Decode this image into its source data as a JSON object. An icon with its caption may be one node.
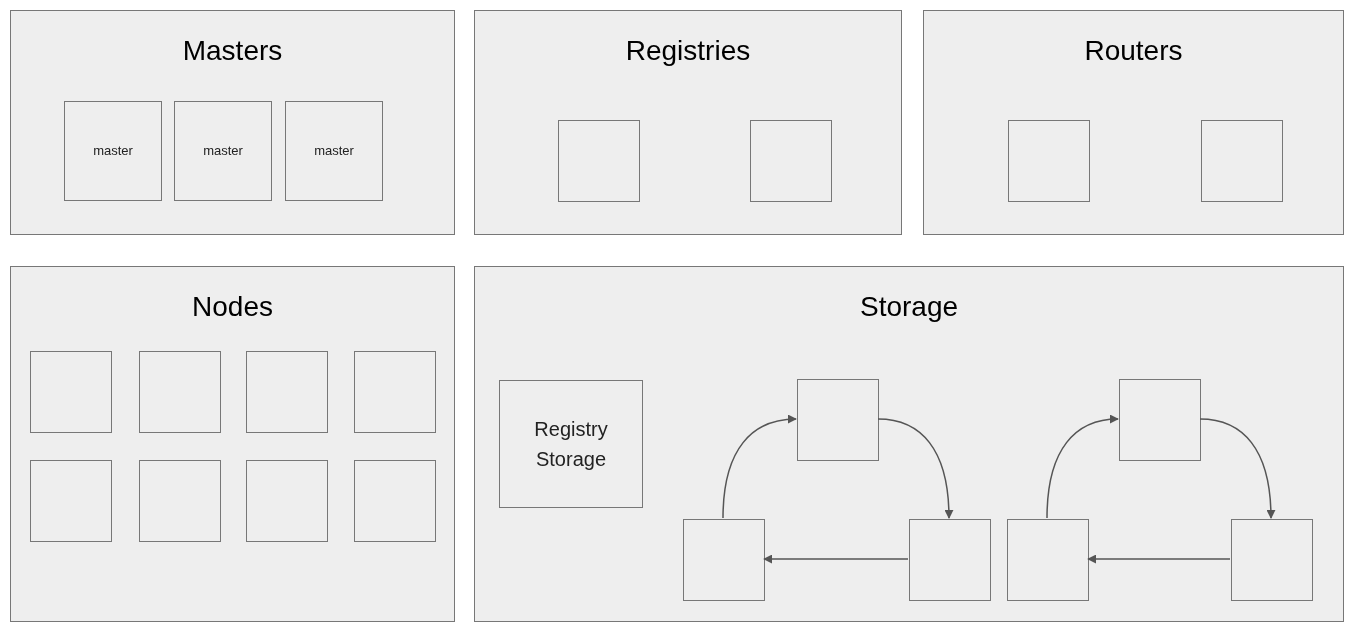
{
  "diagram": {
    "nodes": [
      {
        "text": [
          "Masters"
        ]
      },
      {
        "text": [
          "master"
        ],
        "in": 0
      },
      {
        "text": [
          "master"
        ],
        "in": 0
      },
      {
        "text": [
          "master"
        ],
        "in": 0
      },
      {
        "text": [
          "Registries"
        ]
      },
      {
        "text": [],
        "shape": "box",
        "in": 4
      },
      {
        "text": [],
        "shape": "box",
        "in": 4
      },
      {
        "text": [
          "Routers"
        ]
      },
      {
        "text": [],
        "shape": "box",
        "in": 7
      },
      {
        "text": [],
        "shape": "box",
        "in": 7
      },
      {
        "text": [
          "Nodes"
        ]
      },
      {
        "text": [],
        "shape": "box",
        "in": 10
      },
      {
        "text": [],
        "shape": "box",
        "in": 10
      },
      {
        "text": [],
        "shape": "box",
        "in": 10
      },
      {
        "text": [],
        "shape": "box",
        "in": 10
      },
      {
        "text": [],
        "shape": "box",
        "in": 10
      },
      {
        "text": [],
        "shape": "box",
        "in": 10
      },
      {
        "text": [],
        "shape": "box",
        "in": 10
      },
      {
        "text": [],
        "shape": "box",
        "in": 10
      },
      {
        "text": [
          "Storage"
        ]
      },
      {
        "text": [
          "Registry Storage"
        ],
        "in": 19
      },
      {
        "text": [],
        "shape": "box",
        "in": 19
      },
      {
        "text": [],
        "shape": "box",
        "in": 19
      },
      {
        "text": [],
        "shape": "box",
        "in": 19
      },
      {
        "text": [],
        "shape": "box",
        "in": 19
      },
      {
        "text": [],
        "shape": "box",
        "in": 19
      },
      {
        "text": [],
        "shape": "box",
        "in": 19
      }
    ],
    "edges": [
      {
        "from": 23,
        "to": 21,
        "arrow": "to"
      },
      {
        "from": 21,
        "to": 22,
        "arrow": "to"
      },
      {
        "from": 22,
        "to": 23,
        "arrow": "to"
      },
      {
        "from": 26,
        "to": 24,
        "arrow": "to"
      },
      {
        "from": 24,
        "to": 25,
        "arrow": "to"
      },
      {
        "from": 25,
        "to": 26,
        "arrow": "to"
      }
    ]
  }
}
